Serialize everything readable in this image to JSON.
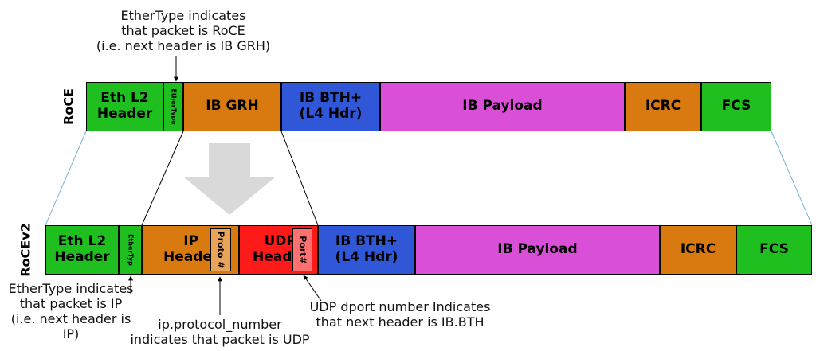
{
  "rows": {
    "roce_label": "RoCE",
    "rocev2_label": "RoCEv2"
  },
  "roce": {
    "eth_l2": "Eth L2\nHeader",
    "ethertype": "EtherType",
    "ib_grh": "IB GRH",
    "ib_bth": "IB BTH+\n(L4 Hdr)",
    "ib_payload": "IB Payload",
    "icrc": "ICRC",
    "fcs": "FCS"
  },
  "rocev2": {
    "eth_l2": "Eth L2\nHeader",
    "ethertype": "EtherTyp",
    "ip_header": "IP\nHeader",
    "proto": "Proto #",
    "udp_header": "UDP\nHeader",
    "port": "Port#",
    "ib_bth": "IB BTH+\n(L4 Hdr)",
    "ib_payload": "IB Payload",
    "icrc": "ICRC",
    "fcs": "FCS"
  },
  "annotations": {
    "roce_ethertype": "EtherType indicates\nthat packet is RoCE\n(i.e. next header is IB GRH)",
    "v2_ethertype": "EtherType indicates\nthat packet is IP\n(i.e. next header is\nIP)",
    "ip_protocol": "ip.protocol_number\nindicates that packet is UDP",
    "udp_dport": "UDP dport number Indicates\nthat next header is IB.BTH"
  },
  "colors": {
    "green": "#1fbf1f",
    "orange": "#d87a10",
    "blue": "#2f57d8",
    "magenta": "#d94fd8",
    "red": "#ff1a1a",
    "light_orange": "#e9a45a",
    "light_red": "#ff7070",
    "arrow_gray": "#d9d9d9"
  }
}
